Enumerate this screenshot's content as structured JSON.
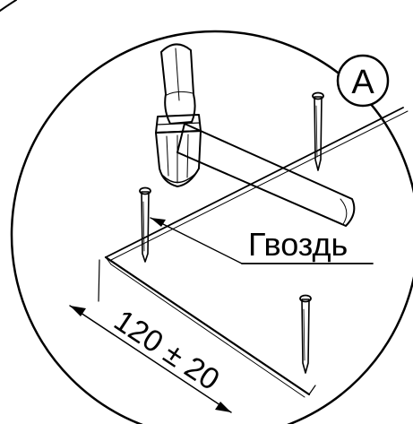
{
  "callout": {
    "badge_letter": "A",
    "nail_label": "Гвоздь",
    "dimension_label": "120 ± 20"
  },
  "icons": [
    "hammer-icon",
    "nail-icon"
  ],
  "colors": {
    "ink": "#000000",
    "paper": "#ffffff"
  }
}
